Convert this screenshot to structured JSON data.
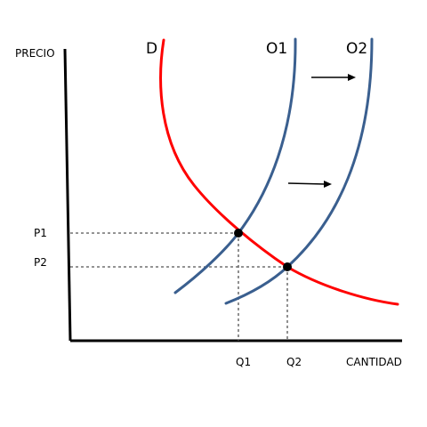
{
  "diagram": {
    "axis_y_label": "PRECIO",
    "axis_x_label": "CANTIDAD",
    "demand_label": "D",
    "supply1_label": "O1",
    "supply2_label": "O2",
    "price1_label": "P1",
    "price2_label": "P2",
    "quantity1_label": "Q1",
    "quantity2_label": "Q2"
  },
  "colors": {
    "demand": "#ff0000",
    "supply": "#3a5f8f",
    "axis": "#000000",
    "guide": "#555555"
  }
}
